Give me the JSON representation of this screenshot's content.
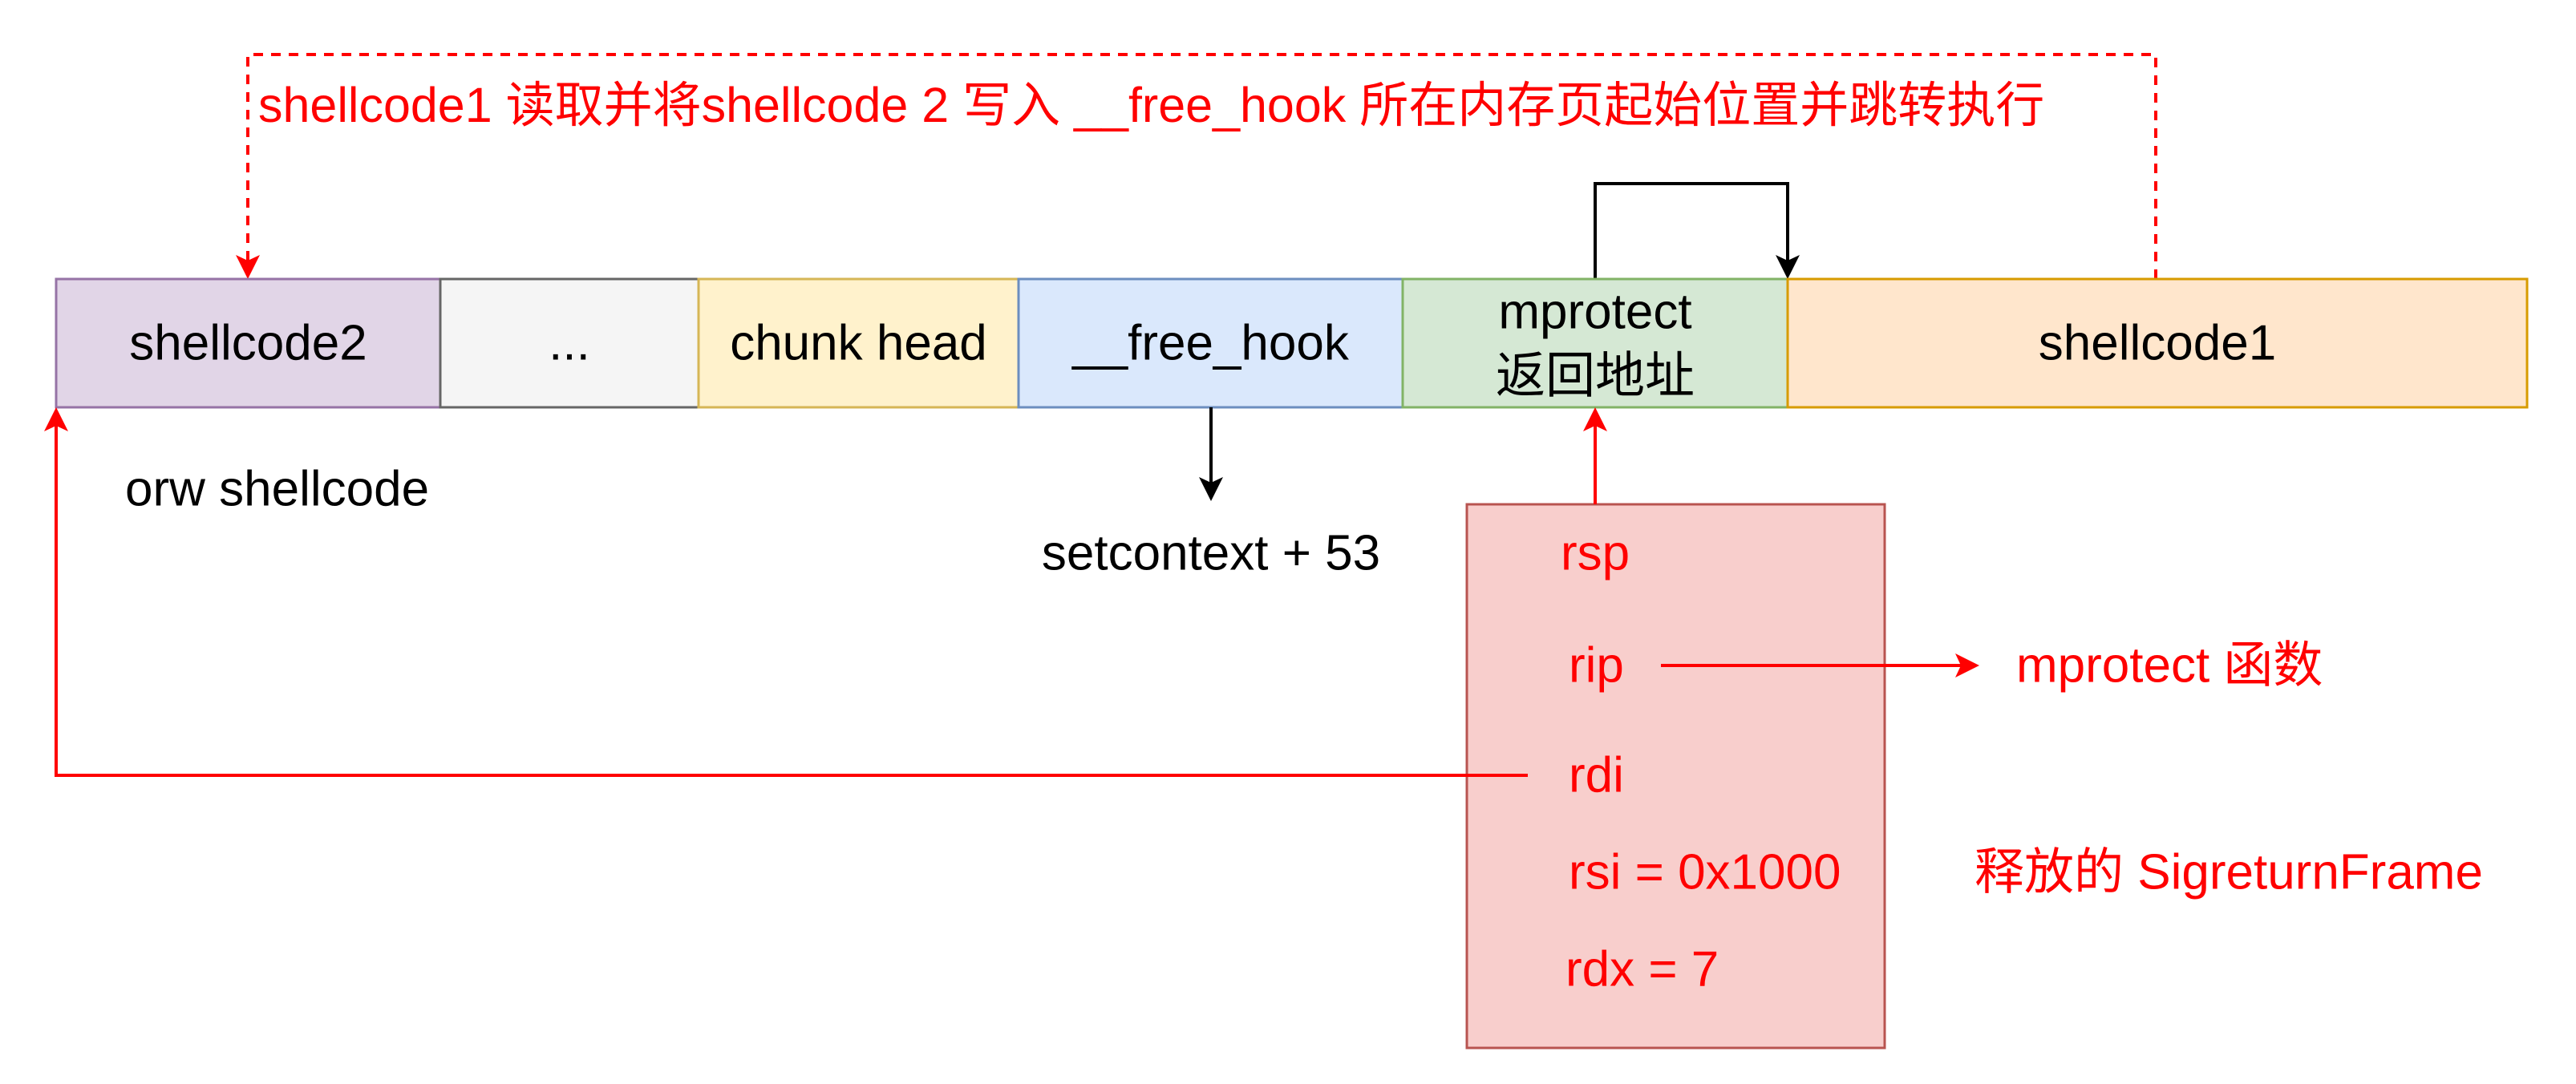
{
  "top_note": "shellcode1 读取并将shellcode 2 写入 __free_hook 所在内存页起始位置并跳转执行",
  "memory": {
    "shellcode2": "shellcode2",
    "ellipsis": "...",
    "chunk_head": "chunk head",
    "free_hook": "__free_hook",
    "mprotect_ret_line1": "mprotect",
    "mprotect_ret_line2": "返回地址",
    "shellcode1": "shellcode1"
  },
  "labels": {
    "orw": "orw shellcode",
    "setcontext": "setcontext + 53",
    "mprotect_func": "mprotect 函数",
    "frame_caption": "释放的 SigreturnFrame"
  },
  "frame": {
    "rsp": "rsp",
    "rip": "rip",
    "rdi": "rdi",
    "rsi": "rsi = 0x1000",
    "rdx": "rdx = 7"
  },
  "colors": {
    "text_dark": "#000000",
    "accent_red": "#FF0000",
    "line_dark": "#000000",
    "shellcode2_fill": "#e1d5e7",
    "shellcode2_stroke": "#9673a6",
    "ellipsis_fill": "#f5f5f5",
    "ellipsis_stroke": "#666666",
    "chunk_head_fill": "#fff2cc",
    "chunk_head_stroke": "#d6b656",
    "free_hook_fill": "#dae8fc",
    "free_hook_stroke": "#6c8ebf",
    "mprotect_ret_fill": "#d5e8d4",
    "mprotect_ret_stroke": "#82b366",
    "shellcode1_fill": "#ffe6cc",
    "shellcode1_stroke": "#d79b00",
    "frame_fill": "#f8cecc",
    "frame_stroke": "#b85450"
  }
}
